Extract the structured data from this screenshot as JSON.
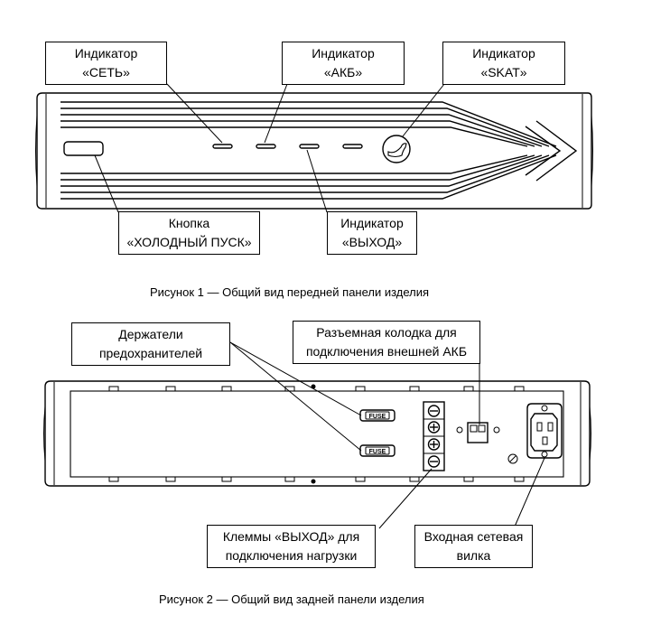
{
  "figure1": {
    "caption": "Рисунок 1 — Общий вид передней панели изделия",
    "callouts": {
      "set": [
        "Индикатор",
        "«СЕТЬ»"
      ],
      "akb": [
        "Индикатор",
        "«АКБ»"
      ],
      "skat": [
        "Индикатор",
        "«SKAT»"
      ],
      "cold_start": [
        "Кнопка",
        "«ХОЛОДНЫЙ ПУСК»"
      ],
      "vyhod": [
        "Индикатор",
        "«ВЫХОД»"
      ]
    }
  },
  "figure2": {
    "caption": "Рисунок 2 — Общий вид задней панели изделия",
    "callouts": {
      "fuse_holders": [
        "Держатели",
        "предохранителей"
      ],
      "ext_battery": [
        "Разъемная колодка для",
        "подключения внешней АКБ"
      ],
      "output_terminals": [
        "Клеммы «ВЫХОД» для",
        "подключения нагрузки"
      ],
      "power_inlet": [
        "Входная сетевая",
        "вилка"
      ]
    },
    "fuse_label": "FUSE"
  }
}
